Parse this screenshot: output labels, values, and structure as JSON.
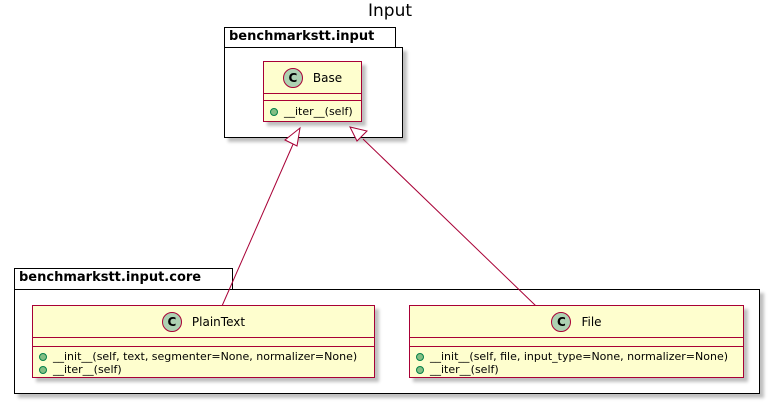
{
  "diagram": {
    "title": "Input",
    "packages": [
      {
        "name": "benchmarkstt.input"
      },
      {
        "name": "benchmarkstt.input.core"
      }
    ],
    "classes": {
      "base": {
        "badge": "C",
        "name": "Base",
        "methods": [
          "__iter__(self)"
        ]
      },
      "plaintext": {
        "badge": "C",
        "name": "PlainText",
        "methods": [
          "__init__(self, text, segmenter=None, normalizer=None)",
          "__iter__(self)"
        ]
      },
      "file": {
        "badge": "C",
        "name": "File",
        "methods": [
          "__init__(self, file, input_type=None, normalizer=None)",
          "__iter__(self)"
        ]
      }
    },
    "relations": [
      {
        "from": "PlainText",
        "to": "Base",
        "type": "inheritance"
      },
      {
        "from": "File",
        "to": "Base",
        "type": "inheritance"
      }
    ],
    "colors": {
      "class_fill": "#fefece",
      "class_border": "#a80036",
      "badge_fill": "#add1b2",
      "method_dot": "#84be84"
    }
  }
}
